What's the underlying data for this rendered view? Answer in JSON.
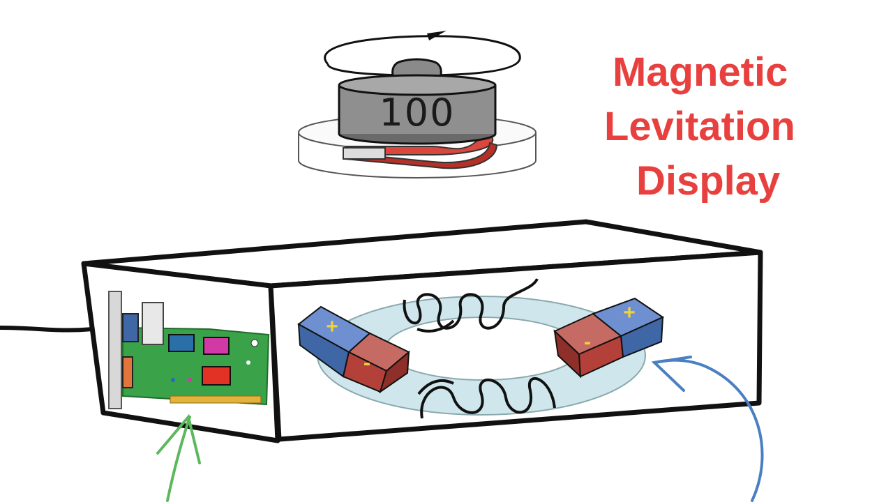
{
  "title": {
    "line1": "Magnetic",
    "line2": "Levitation",
    "line3": "Display"
  },
  "weight": {
    "label": "100"
  },
  "magnets": {
    "positive_symbol": "+",
    "negative_symbol": "-"
  },
  "colors": {
    "title": "#e8403f",
    "board": "#3aa34a",
    "coil": "#111111",
    "ring": "#cfe7ec",
    "magnet_blue": "#3f67a6",
    "magnet_red": "#b3413a",
    "arrow_green": "#5cb85c",
    "arrow_blue": "#4a7fc1"
  }
}
